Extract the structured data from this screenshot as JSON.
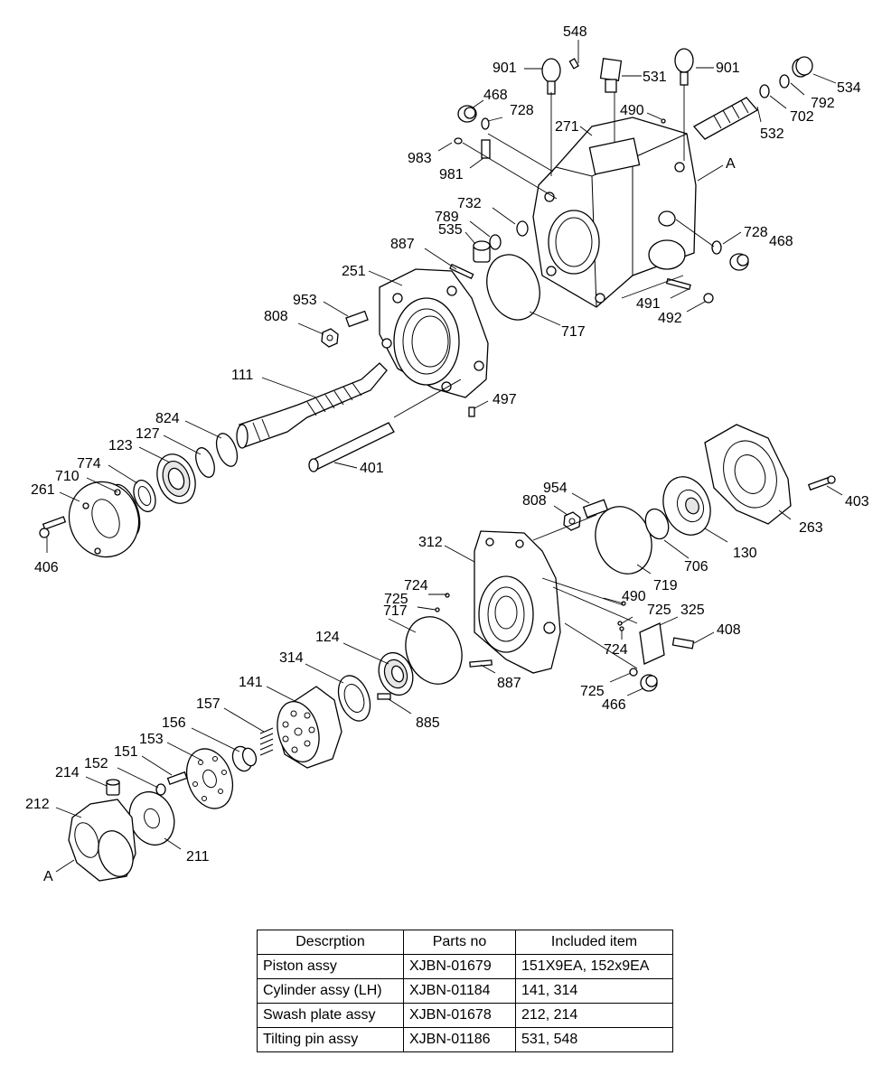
{
  "labels": [
    {
      "id": "548",
      "text": "548"
    },
    {
      "id": "901a",
      "text": "901"
    },
    {
      "id": "531",
      "text": "531"
    },
    {
      "id": "901b",
      "text": "901"
    },
    {
      "id": "534",
      "text": "534"
    },
    {
      "id": "468a",
      "text": "468"
    },
    {
      "id": "728a",
      "text": "728"
    },
    {
      "id": "490a",
      "text": "490"
    },
    {
      "id": "792",
      "text": "792"
    },
    {
      "id": "702",
      "text": "702"
    },
    {
      "id": "271",
      "text": "271"
    },
    {
      "id": "532",
      "text": "532"
    },
    {
      "id": "983",
      "text": "983"
    },
    {
      "id": "981",
      "text": "981"
    },
    {
      "id": "Aa",
      "text": "A"
    },
    {
      "id": "732",
      "text": "732"
    },
    {
      "id": "789",
      "text": "789"
    },
    {
      "id": "535",
      "text": "535"
    },
    {
      "id": "887a",
      "text": "887"
    },
    {
      "id": "728b",
      "text": "728"
    },
    {
      "id": "468b",
      "text": "468"
    },
    {
      "id": "251",
      "text": "251"
    },
    {
      "id": "953",
      "text": "953"
    },
    {
      "id": "491",
      "text": "491"
    },
    {
      "id": "808a",
      "text": "808"
    },
    {
      "id": "492",
      "text": "492"
    },
    {
      "id": "717a",
      "text": "717"
    },
    {
      "id": "111",
      "text": "111"
    },
    {
      "id": "497",
      "text": "497"
    },
    {
      "id": "824",
      "text": "824"
    },
    {
      "id": "127",
      "text": "127"
    },
    {
      "id": "123",
      "text": "123"
    },
    {
      "id": "774",
      "text": "774"
    },
    {
      "id": "710",
      "text": "710"
    },
    {
      "id": "261",
      "text": "261"
    },
    {
      "id": "401",
      "text": "401"
    },
    {
      "id": "406",
      "text": "406"
    },
    {
      "id": "954",
      "text": "954"
    },
    {
      "id": "808b",
      "text": "808"
    },
    {
      "id": "403",
      "text": "403"
    },
    {
      "id": "263",
      "text": "263"
    },
    {
      "id": "130",
      "text": "130"
    },
    {
      "id": "706",
      "text": "706"
    },
    {
      "id": "312",
      "text": "312"
    },
    {
      "id": "719",
      "text": "719"
    },
    {
      "id": "724a",
      "text": "724"
    },
    {
      "id": "725a",
      "text": "725"
    },
    {
      "id": "490b",
      "text": "490"
    },
    {
      "id": "725b",
      "text": "725"
    },
    {
      "id": "325",
      "text": "325"
    },
    {
      "id": "717b",
      "text": "717"
    },
    {
      "id": "408",
      "text": "408"
    },
    {
      "id": "724b",
      "text": "724"
    },
    {
      "id": "124",
      "text": "124"
    },
    {
      "id": "314",
      "text": "314"
    },
    {
      "id": "887b",
      "text": "887"
    },
    {
      "id": "725c",
      "text": "725"
    },
    {
      "id": "466",
      "text": "466"
    },
    {
      "id": "141",
      "text": "141"
    },
    {
      "id": "885",
      "text": "885"
    },
    {
      "id": "157",
      "text": "157"
    },
    {
      "id": "156",
      "text": "156"
    },
    {
      "id": "153",
      "text": "153"
    },
    {
      "id": "151",
      "text": "151"
    },
    {
      "id": "152",
      "text": "152"
    },
    {
      "id": "214",
      "text": "214"
    },
    {
      "id": "212",
      "text": "212"
    },
    {
      "id": "211",
      "text": "211"
    },
    {
      "id": "Ab",
      "text": "A"
    }
  ],
  "table": {
    "headers": [
      "Descrption",
      "Parts no",
      "Included item"
    ],
    "rows": [
      [
        "Piston assy",
        "XJBN-01679",
        "151X9EA, 152x9EA"
      ],
      [
        "Cylinder assy (LH)",
        "XJBN-01184",
        "141, 314"
      ],
      [
        "Swash plate assy",
        "XJBN-01678",
        "212, 214"
      ],
      [
        "Tilting pin assy",
        "XJBN-01186",
        "531, 548"
      ]
    ]
  }
}
